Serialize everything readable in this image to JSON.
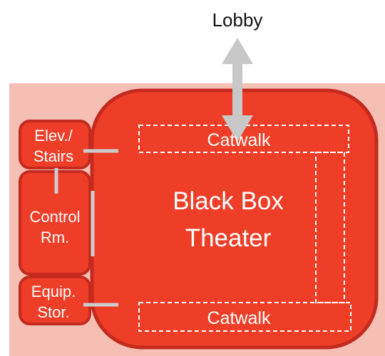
{
  "labels": {
    "lobby": "Lobby",
    "elevator": [
      "Elev./",
      "Stairs"
    ],
    "control": [
      "Control",
      "Rm."
    ],
    "equipment": [
      "Equip.",
      "Stor."
    ],
    "theater": [
      "Black Box",
      "Theater"
    ],
    "catwalk_top": "Catwalk",
    "catwalk_bottom": "Catwalk"
  },
  "colors": {
    "background_zone": "#f6bfb4",
    "room_fill": "#ee3e28",
    "room_border": "#c42a1e",
    "arrow": "#c8c8c8",
    "connector": "#cccccc",
    "catwalk_dash": "#ffffff"
  }
}
